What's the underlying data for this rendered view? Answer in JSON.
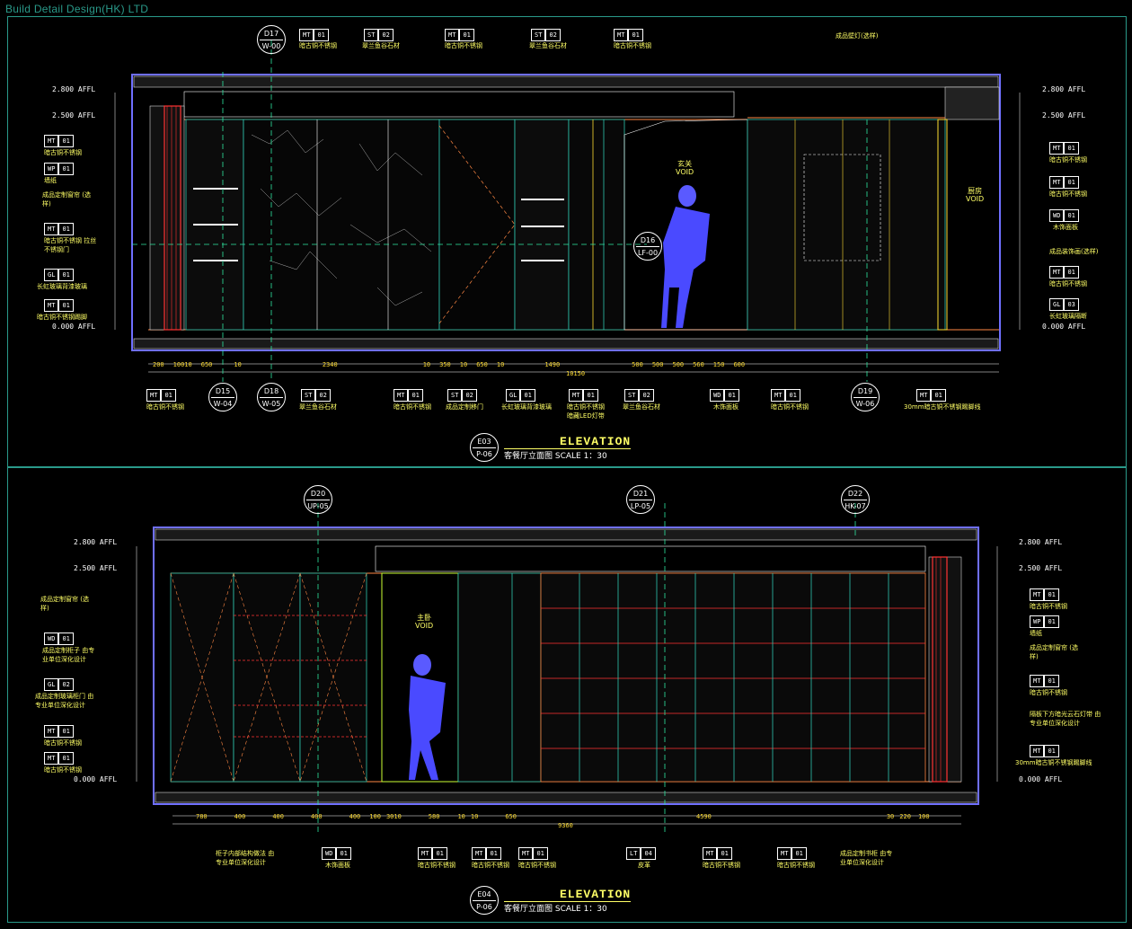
{
  "watermark": "Build Detail Design(HK) LTD",
  "e03": {
    "code": "E03",
    "sheet": "P-06",
    "heading": "ELEVATION",
    "subtitle": "客餐厅立面图 SCALE 1：30",
    "levels_left": [
      "2.800 AFFL",
      "2.500 AFFL",
      "0.000 AFFL"
    ],
    "levels_right": [
      "2.800 AFFL",
      "2.500 AFFL",
      "0.000 AFFL"
    ],
    "voids": [
      {
        "cn": "玄关",
        "en": "VOID"
      },
      {
        "cn": "厨房",
        "en": "VOID"
      }
    ],
    "top_refs": [
      "D17",
      "D16"
    ],
    "top_tags": [
      {
        "code": "MT",
        "num": "01",
        "caption": "暗古铜不锈钢"
      },
      {
        "code": "ST",
        "num": "02",
        "caption": "翠兰鱼谷石材"
      },
      {
        "code": "MT",
        "num": "01",
        "caption": "暗古铜不锈钢"
      },
      {
        "code": "ST",
        "num": "02",
        "caption": "翠兰鱼谷石材"
      },
      {
        "code": "MT",
        "num": "01",
        "caption": "暗古铜不锈钢"
      }
    ],
    "top_right_note": "成品壁灯(选样)",
    "left_tags": [
      {
        "code": "MT",
        "num": "01",
        "caption": "暗古铜不锈钢"
      },
      {
        "code": "WP",
        "num": "01",
        "caption": "墙纸"
      },
      {
        "code": "",
        "num": "",
        "caption": "成品定制窗帘 (选样)"
      },
      {
        "code": "MT",
        "num": "01",
        "caption": "暗古铜不锈钢 拉丝不锈钢门"
      },
      {
        "code": "GL",
        "num": "01",
        "caption": "长虹玻璃背漆玻璃"
      },
      {
        "code": "MT",
        "num": "01",
        "caption": "暗古铜不锈钢踢脚"
      }
    ],
    "right_tags": [
      {
        "code": "MT",
        "num": "01",
        "caption": "暗古铜不锈钢"
      },
      {
        "code": "MT",
        "num": "01",
        "caption": "暗古铜不锈钢"
      },
      {
        "code": "WD",
        "num": "01",
        "caption": "木饰面板"
      },
      {
        "code": "",
        "num": "",
        "caption": "成品装饰画(选样)"
      },
      {
        "code": "MT",
        "num": "01",
        "caption": "暗古铜不锈钢"
      },
      {
        "code": "GL",
        "num": "03",
        "caption": "长虹玻璃隔断"
      }
    ],
    "bottom_tags": [
      {
        "code": "MT",
        "num": "01",
        "caption": "暗古铜不锈钢"
      },
      {
        "code": "ST",
        "num": "02",
        "caption": "翠兰鱼谷石材"
      },
      {
        "code": "MT",
        "num": "01",
        "caption": "暗古铜不锈钢"
      },
      {
        "code": "ST",
        "num": "02",
        "caption": "成品定制移门"
      },
      {
        "code": "GL",
        "num": "01",
        "caption": "长虹玻璃背漆玻璃"
      },
      {
        "code": "MT",
        "num": "01",
        "caption": "暗古铜不锈钢 暗藏LED灯带"
      },
      {
        "code": "ST",
        "num": "02",
        "caption": "翠兰鱼谷石材"
      },
      {
        "code": "WD",
        "num": "01",
        "caption": "木饰面板"
      },
      {
        "code": "MT",
        "num": "01",
        "caption": "暗古铜不锈钢"
      },
      {
        "code": "MT",
        "num": "01",
        "caption": "30mm暗古铜不锈钢踢脚线"
      }
    ],
    "bottom_refs": [
      "D15",
      "D18",
      "D19"
    ],
    "dims_bottom": [
      "200",
      "10010",
      "650",
      "10",
      "2340",
      "10",
      "350",
      "10",
      "650",
      "10",
      "1490",
      "500",
      "500",
      "500",
      "560",
      "150",
      "600"
    ],
    "overall": "10150"
  },
  "e04": {
    "code": "E04",
    "sheet": "P-06",
    "heading": "ELEVATION",
    "subtitle": "客餐厅立面图 SCALE 1：30",
    "levels_left": [
      "2.800 AFFL",
      "2.500 AFFL",
      "0.000 AFFL"
    ],
    "levels_right": [
      "2.800 AFFL",
      "2.500 AFFL",
      "0.000 AFFL"
    ],
    "voids": [
      {
        "cn": "主卧",
        "en": "VOID"
      }
    ],
    "top_refs": [
      "D20",
      "D21",
      "D22"
    ],
    "left_tags": [
      {
        "code": "",
        "num": "",
        "caption": "成品定制窗帘 (选样)"
      },
      {
        "code": "WD",
        "num": "01",
        "caption": "成品定制柜子 由专业单位深化设计"
      },
      {
        "code": "GL",
        "num": "02",
        "caption": "成品定制玻璃柜门 由专业单位深化设计"
      },
      {
        "code": "MT",
        "num": "01",
        "caption": "暗古铜不锈钢"
      },
      {
        "code": "MT",
        "num": "01",
        "caption": "暗古铜不锈钢"
      }
    ],
    "right_tags": [
      {
        "code": "MT",
        "num": "01",
        "caption": "暗古铜不锈钢"
      },
      {
        "code": "WP",
        "num": "01",
        "caption": "墙纸"
      },
      {
        "code": "",
        "num": "",
        "caption": "成品定制窗帘 (选样)"
      },
      {
        "code": "MT",
        "num": "01",
        "caption": "暗古铜不锈钢"
      },
      {
        "code": "",
        "num": "",
        "caption": "隔板下方暗光云石灯带 由专业单位深化设计"
      },
      {
        "code": "MT",
        "num": "01",
        "caption": "30mm暗古铜不锈钢踢脚线"
      }
    ],
    "bottom_tags": [
      {
        "code": "",
        "num": "",
        "caption": "柜子内部结构做法 由专业单位深化设计"
      },
      {
        "code": "WD",
        "num": "01",
        "caption": "木饰面板"
      },
      {
        "code": "MT",
        "num": "01",
        "caption": "暗古铜不锈钢"
      },
      {
        "code": "MT",
        "num": "01",
        "caption": "暗古铜不锈钢"
      },
      {
        "code": "MT",
        "num": "01",
        "caption": "暗古铜不锈钢"
      },
      {
        "code": "LT",
        "num": "04",
        "caption": "皮革"
      },
      {
        "code": "MT",
        "num": "01",
        "caption": "暗古铜不锈钢"
      },
      {
        "code": "MT",
        "num": "01",
        "caption": "暗古铜不锈钢"
      },
      {
        "code": "",
        "num": "",
        "caption": "成品定制书柜 由专业单位深化设计"
      }
    ],
    "dims_bottom": [
      "780",
      "400",
      "400",
      "400",
      "400",
      "100",
      "3010",
      "580",
      "10",
      "10",
      "650",
      "4590",
      "30",
      "220",
      "100"
    ],
    "overall": "9360"
  }
}
